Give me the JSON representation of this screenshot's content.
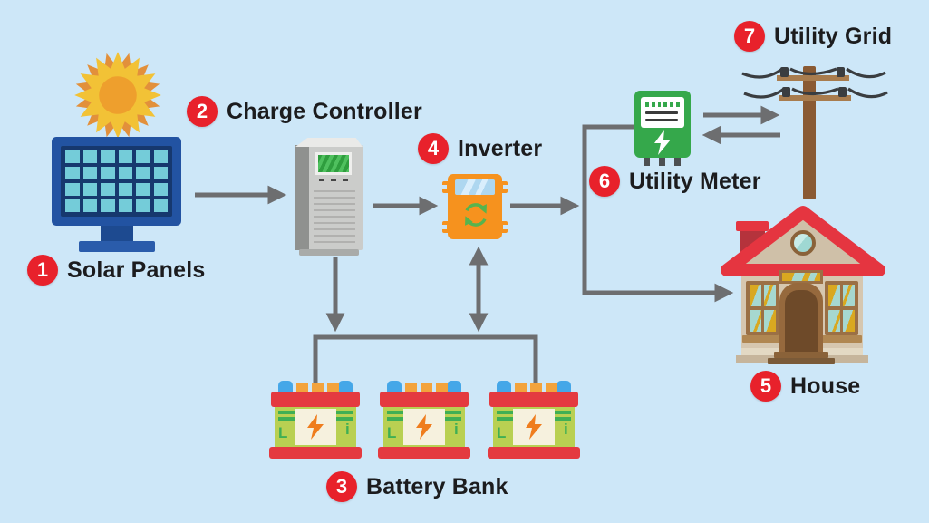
{
  "colors": {
    "background": "#cde7f8",
    "badge": "#e8212b",
    "arrow": "#6d6e70",
    "text": "#1c1c1e"
  },
  "labels": {
    "solar_panels": {
      "number": "1",
      "text": "Solar Panels"
    },
    "charge_controller": {
      "number": "2",
      "text": "Charge Controller"
    },
    "battery_bank": {
      "number": "3",
      "text": "Battery Bank"
    },
    "inverter": {
      "number": "4",
      "text": "Inverter"
    },
    "house": {
      "number": "5",
      "text": "House"
    },
    "utility_meter": {
      "number": "6",
      "text": "Utility Meter"
    },
    "utility_grid": {
      "number": "7",
      "text": "Utility Grid"
    }
  },
  "battery": {
    "left_letter": "L",
    "right_letter": "i"
  },
  "connections": [
    {
      "from": "solar_panels",
      "to": "charge_controller",
      "direction": "one-way"
    },
    {
      "from": "charge_controller",
      "to": "inverter",
      "direction": "one-way"
    },
    {
      "from": "charge_controller",
      "to": "battery_bank",
      "direction": "one-way"
    },
    {
      "from": "inverter",
      "to": "battery_bank",
      "direction": "two-way"
    },
    {
      "from": "inverter",
      "to": "utility_meter",
      "direction": "one-way"
    },
    {
      "from": "inverter",
      "to": "house",
      "direction": "one-way"
    },
    {
      "from": "utility_meter",
      "to": "utility_grid",
      "direction": "one-way"
    },
    {
      "from": "utility_grid",
      "to": "utility_meter",
      "direction": "one-way"
    }
  ]
}
